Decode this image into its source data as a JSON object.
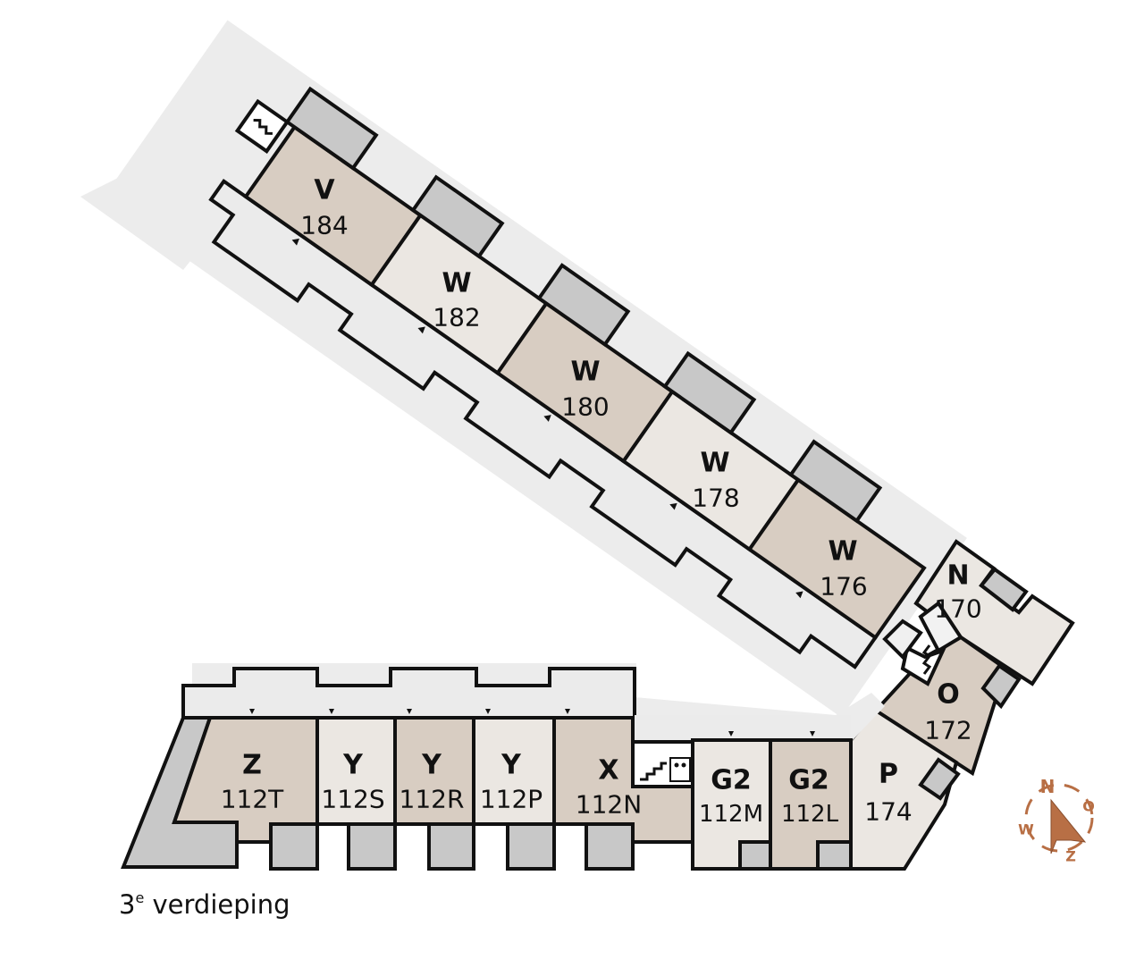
{
  "floor_label": {
    "number": "3",
    "superscript": "e",
    "text": " verdieping"
  },
  "units": [
    {
      "letter": "V",
      "number": "184",
      "tone": "dark"
    },
    {
      "letter": "W",
      "number": "182",
      "tone": "light"
    },
    {
      "letter": "W",
      "number": "180",
      "tone": "dark"
    },
    {
      "letter": "W",
      "number": "178",
      "tone": "light"
    },
    {
      "letter": "W",
      "number": "176",
      "tone": "dark"
    },
    {
      "letter": "N",
      "number": "170",
      "tone": "light"
    },
    {
      "letter": "O",
      "number": "172",
      "tone": "dark"
    },
    {
      "letter": "P",
      "number": "174",
      "tone": "light"
    },
    {
      "letter": "Z",
      "number": "112T",
      "tone": "dark"
    },
    {
      "letter": "Y",
      "number": "112S",
      "tone": "light"
    },
    {
      "letter": "Y",
      "number": "112R",
      "tone": "dark"
    },
    {
      "letter": "Y",
      "number": "112P",
      "tone": "light"
    },
    {
      "letter": "X",
      "number": "112N",
      "tone": "dark"
    },
    {
      "letter": "G2",
      "number": "112M",
      "tone": "light"
    },
    {
      "letter": "G2",
      "number": "112L",
      "tone": "dark"
    }
  ],
  "compass": {
    "north": "N",
    "east": "O",
    "south": "Z",
    "west": "W",
    "color": "#b86f45"
  },
  "colors": {
    "dark_unit": "#d8cdc2",
    "light_unit": "#ebe7e2",
    "balcony": "#c8c8c8",
    "corridor": "#ebebeb"
  }
}
